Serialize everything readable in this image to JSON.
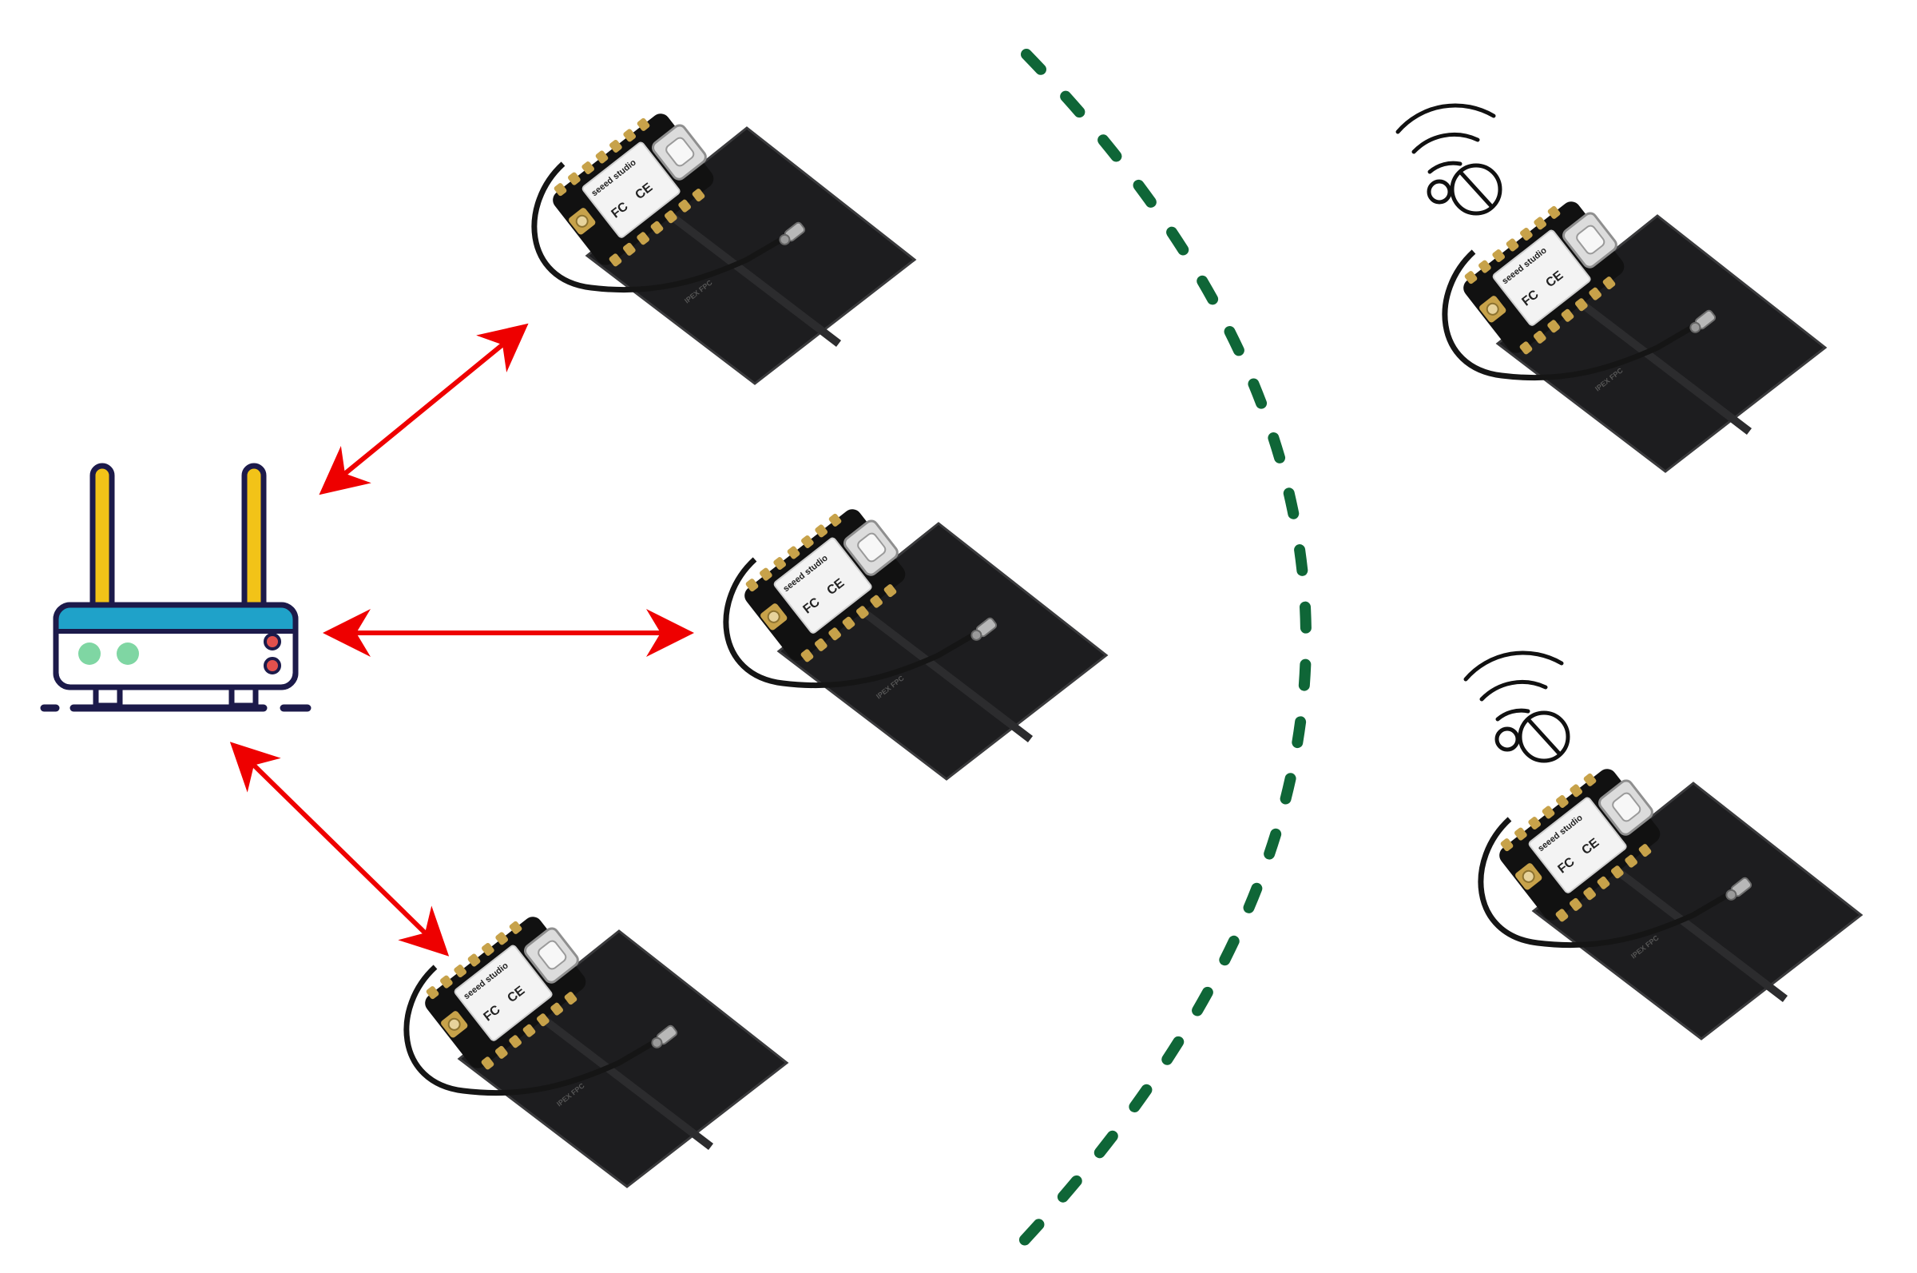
{
  "diagram": {
    "colors": {
      "background": "#ffffff",
      "link_arrow": "#ee0000",
      "range_boundary": "#0f6637",
      "router_outline": "#1c1a4a",
      "router_top": "#1fa2c9",
      "router_antenna": "#f2c318",
      "router_led_green": "#7fd6a3",
      "router_led_red": "#e2504d",
      "pcb_gold": "#c7a24a",
      "pcb_black": "#222222",
      "no_signal_icon": "#111111"
    },
    "router": {
      "icon": "wifi-router-icon"
    },
    "connected_boards": [
      {
        "icon": "xiao-board-with-fpc-antenna",
        "brand_text": "seeed studio",
        "cert_marks": [
          "FC",
          "CE"
        ],
        "link": "bidirectional"
      },
      {
        "icon": "xiao-board-with-fpc-antenna",
        "brand_text": "seeed studio",
        "cert_marks": [
          "FC",
          "CE"
        ],
        "link": "bidirectional"
      },
      {
        "icon": "xiao-board-with-fpc-antenna",
        "brand_text": "seeed studio",
        "cert_marks": [
          "FC",
          "CE"
        ],
        "link": "bidirectional"
      }
    ],
    "out_of_range_boards": [
      {
        "icon": "xiao-board-with-fpc-antenna",
        "brand_text": "seeed studio",
        "cert_marks": [
          "FC",
          "CE"
        ],
        "status_icon": "wifi-off-icon"
      },
      {
        "icon": "xiao-board-with-fpc-antenna",
        "brand_text": "seeed studio",
        "cert_marks": [
          "FC",
          "CE"
        ],
        "status_icon": "wifi-off-icon"
      }
    ],
    "boundary": {
      "style": "dashed-arc"
    }
  }
}
